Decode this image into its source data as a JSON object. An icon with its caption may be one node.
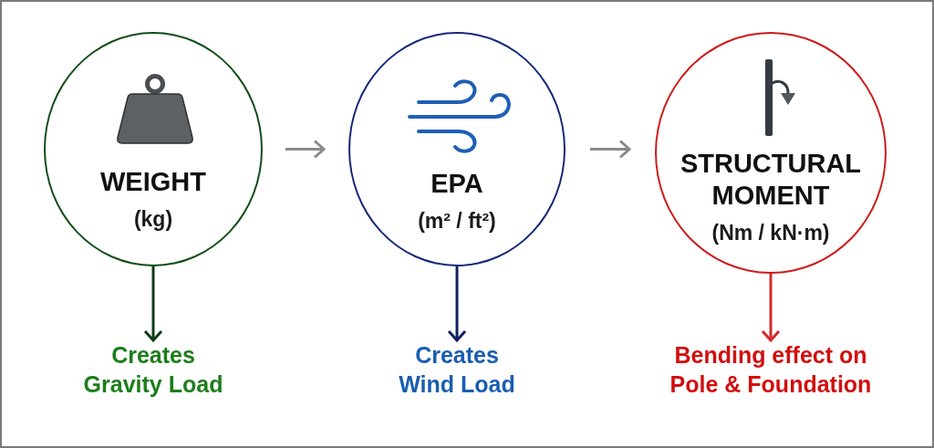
{
  "diagram": {
    "nodes": [
      {
        "text": [
          "WEIGHT",
          "(kg)"
        ]
      },
      {
        "text": [
          "EPA",
          "(m² / ft²)"
        ]
      },
      {
        "text": [
          "STRUCTURAL MOMENT",
          "(Nm / kN·m)"
        ]
      },
      {
        "text": [
          "Creates Gravity Load"
        ]
      },
      {
        "text": [
          "Creates Wind Load"
        ]
      },
      {
        "text": [
          "Bending effect on Pole & Foundation"
        ]
      }
    ],
    "edges": [
      {
        "from": 0,
        "to": 1,
        "arrow": "to",
        "color": "#8a8a8a"
      },
      {
        "from": 1,
        "to": 2,
        "arrow": "to",
        "color": "#8a8a8a"
      },
      {
        "from": 0,
        "to": 3,
        "arrow": "to",
        "color": "#0f3d17"
      },
      {
        "from": 1,
        "to": 4,
        "arrow": "to",
        "color": "#101f66"
      },
      {
        "from": 2,
        "to": 5,
        "arrow": "to",
        "color": "#d42a2a"
      }
    ]
  }
}
